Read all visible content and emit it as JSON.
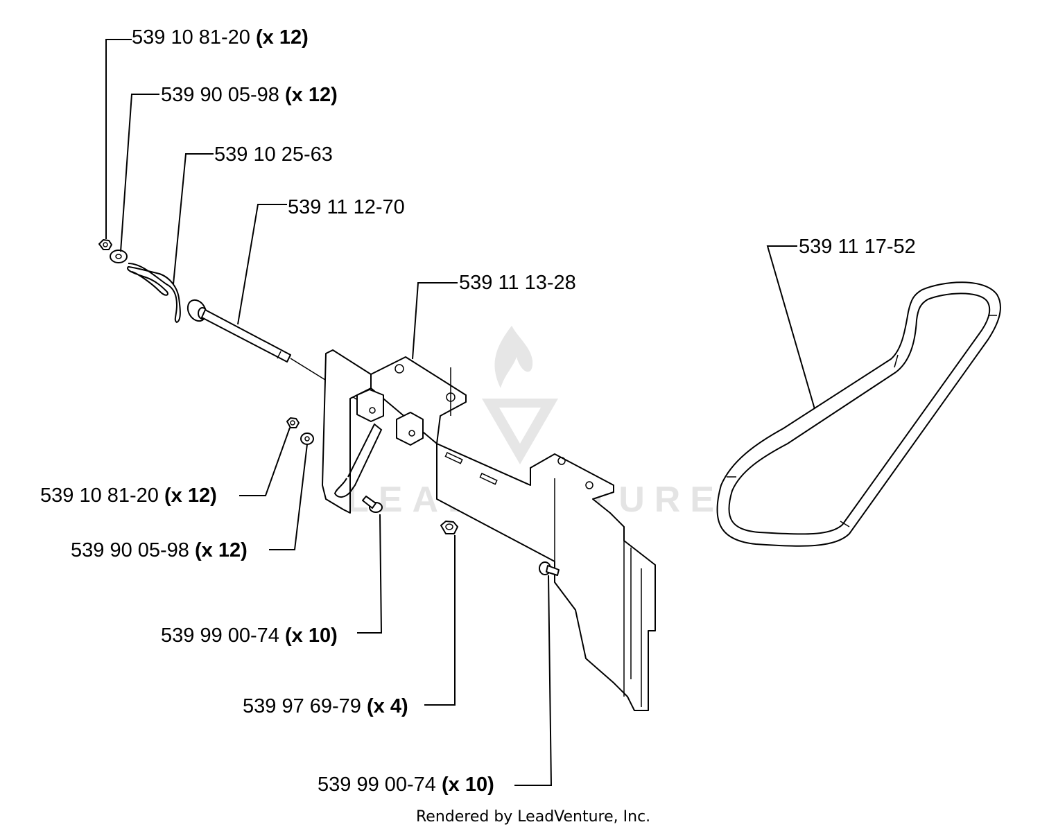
{
  "watermark": {
    "text": "LEADVENTURE",
    "logo_icon": "leadventure-flame-logo-icon"
  },
  "footer": {
    "text": "Rendered by LeadVenture, Inc."
  },
  "callouts": [
    {
      "id": "nut-top",
      "part": "539 10 81-20",
      "qty": "(x 12)"
    },
    {
      "id": "washer-top",
      "part": "539 90 05-98",
      "qty": "(x 12)"
    },
    {
      "id": "hairpin",
      "part": "539 10 25-63",
      "qty": ""
    },
    {
      "id": "rod",
      "part": "539 11 12-70",
      "qty": ""
    },
    {
      "id": "bracket",
      "part": "539 11 13-28",
      "qty": ""
    },
    {
      "id": "belt",
      "part": "539 11 17-52",
      "qty": ""
    },
    {
      "id": "nut-left",
      "part": "539 10 81-20",
      "qty": "(x 12)"
    },
    {
      "id": "washer-left",
      "part": "539 90 05-98",
      "qty": "(x 12)"
    },
    {
      "id": "bolt-left",
      "part": "539 99 00-74",
      "qty": "(x 10)"
    },
    {
      "id": "nut-center",
      "part": "539 97 69-79",
      "qty": "(x 4)"
    },
    {
      "id": "bolt-right",
      "part": "539 99 00-74",
      "qty": "(x 10)"
    }
  ]
}
